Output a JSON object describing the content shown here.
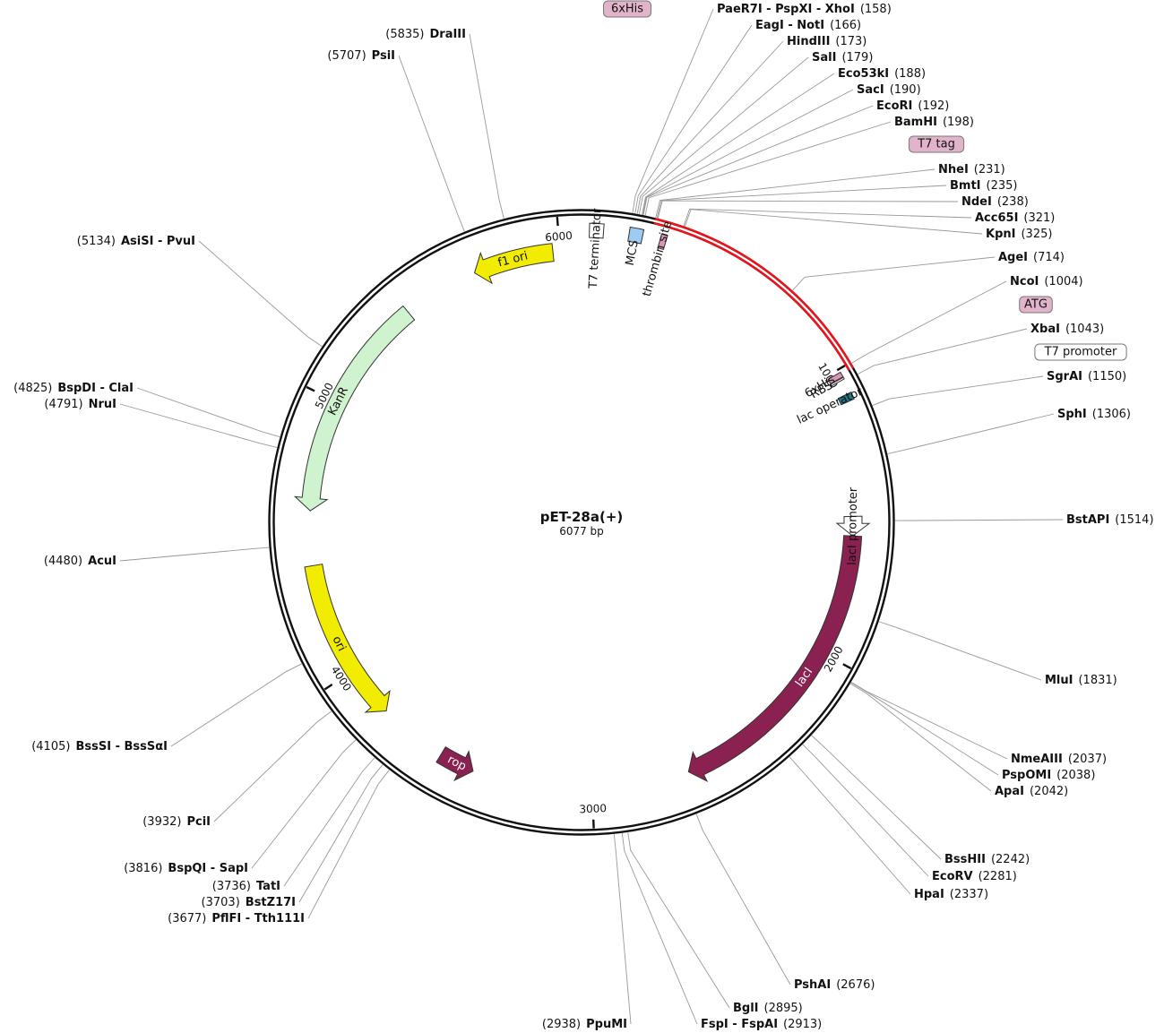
{
  "plasmid": {
    "name": "pET-28a(+)",
    "size_label": "6077 bp",
    "length": 6077
  },
  "ticks": [
    {
      "pos": 1000,
      "label": "1000"
    },
    {
      "pos": 2000,
      "label": "2000"
    },
    {
      "pos": 3000,
      "label": "3000"
    },
    {
      "pos": 4000,
      "label": "4000"
    },
    {
      "pos": 5000,
      "label": "5000"
    },
    {
      "pos": 6000,
      "label": "6000"
    }
  ],
  "features": [
    {
      "name": "lacI",
      "start": 1568,
      "end": 2647,
      "strand": "forward",
      "color": "#8b2150",
      "label": "lacI",
      "label_color": "#ffffff"
    },
    {
      "name": "lacI promoter",
      "start": 1498,
      "end": 1568,
      "strand": "forward",
      "color": "#ffffff",
      "label": "lacI promoter",
      "label_color": "#111111"
    },
    {
      "name": "rop",
      "start": 3436,
      "end": 3565,
      "strand": "reverse",
      "color": "#8b2150",
      "label": "rop",
      "label_color": "#ffffff"
    },
    {
      "name": "ori",
      "start": 3815,
      "end": 4403,
      "strand": "reverse",
      "color": "#f2ec00",
      "label": "ori",
      "label_color": "#111111"
    },
    {
      "name": "KanR",
      "start": 4599,
      "end": 5410,
      "strand": "reverse",
      "color": "#cff2cf",
      "label": "KanR",
      "label_color": "#111111"
    },
    {
      "name": "f1 ori",
      "start": 5685,
      "end": 5975,
      "strand": "reverse",
      "color": "#f2ec00",
      "label": "f1 ori",
      "label_color": "#111111"
    },
    {
      "name": "MCS",
      "start": 158,
      "end": 203,
      "strand": "none",
      "color": "#9ecbf2",
      "label": "MCS",
      "label_color": "#111111"
    },
    {
      "name": "thrombin site",
      "start": 262,
      "end": 282,
      "strand": "none",
      "color": "#d996b9",
      "label": "thrombin site",
      "label_color": "#111111"
    },
    {
      "name": "T7 terminator",
      "start": 26,
      "end": 73,
      "strand": "none",
      "color": "#ffffff",
      "label": "T7 terminator",
      "label_color": "#111111"
    },
    {
      "name": "6xHis",
      "start": 1011,
      "end": 1028,
      "strand": "none",
      "color": "#d996b9",
      "label": "6xHis",
      "label_color": "#111111"
    },
    {
      "name": "RBS",
      "start": 1030,
      "end": 1036,
      "strand": "none",
      "color": "#ffffff",
      "label": "RBS",
      "label_color": "#111111"
    },
    {
      "name": "lac operator",
      "start": 1084,
      "end": 1108,
      "strand": "none",
      "color": "#1e7a87",
      "label": "lac operator",
      "label_color": "#111111"
    }
  ],
  "red_region": {
    "start": 230,
    "end": 1020,
    "color": "#e8141c"
  },
  "tags": [
    {
      "name": "6xHis",
      "label": "6xHis"
    },
    {
      "name": "T7 tag",
      "label": "T7 tag"
    },
    {
      "name": "ATG",
      "label": "ATG"
    },
    {
      "name": "T7 promoter",
      "label": "T7 promoter"
    }
  ],
  "enzymes": [
    {
      "name": "PaeR7I - PspXI - XhoI",
      "pos_label": "(158)",
      "pos": 158
    },
    {
      "name": "EagI - NotI",
      "pos_label": "(166)",
      "pos": 166
    },
    {
      "name": "HindIII",
      "pos_label": "(173)",
      "pos": 173
    },
    {
      "name": "SalI",
      "pos_label": "(179)",
      "pos": 179
    },
    {
      "name": "Eco53kI",
      "pos_label": "(188)",
      "pos": 188
    },
    {
      "name": "SacI",
      "pos_label": "(190)",
      "pos": 190
    },
    {
      "name": "EcoRI",
      "pos_label": "(192)",
      "pos": 192
    },
    {
      "name": "BamHI",
      "pos_label": "(198)",
      "pos": 198
    },
    {
      "name": "NheI",
      "pos_label": "(231)",
      "pos": 231
    },
    {
      "name": "BmtI",
      "pos_label": "(235)",
      "pos": 235
    },
    {
      "name": "NdeI",
      "pos_label": "(238)",
      "pos": 238
    },
    {
      "name": "Acc65I",
      "pos_label": "(321)",
      "pos": 321
    },
    {
      "name": "KpnI",
      "pos_label": "(325)",
      "pos": 325
    },
    {
      "name": "AgeI",
      "pos_label": "(714)",
      "pos": 714
    },
    {
      "name": "NcoI",
      "pos_label": "(1004)",
      "pos": 1004
    },
    {
      "name": "XbaI",
      "pos_label": "(1043)",
      "pos": 1043
    },
    {
      "name": "SgrAI",
      "pos_label": "(1150)",
      "pos": 1150
    },
    {
      "name": "SphI",
      "pos_label": "(1306)",
      "pos": 1306
    },
    {
      "name": "BstAPI",
      "pos_label": "(1514)",
      "pos": 1514
    },
    {
      "name": "MluI",
      "pos_label": "(1831)",
      "pos": 1831
    },
    {
      "name": "NmeAIII",
      "pos_label": "(2037)",
      "pos": 2037
    },
    {
      "name": "PspOMI",
      "pos_label": "(2038)",
      "pos": 2038
    },
    {
      "name": "ApaI",
      "pos_label": "(2042)",
      "pos": 2042
    },
    {
      "name": "BssHII",
      "pos_label": "(2242)",
      "pos": 2242
    },
    {
      "name": "EcoRV",
      "pos_label": "(2281)",
      "pos": 2281
    },
    {
      "name": "HpaI",
      "pos_label": "(2337)",
      "pos": 2337
    },
    {
      "name": "PshAI",
      "pos_label": "(2676)",
      "pos": 2676
    },
    {
      "name": "BglI",
      "pos_label": "(2895)",
      "pos": 2895
    },
    {
      "name": "FspI - FspAI",
      "pos_label": "(2913)",
      "pos": 2913
    },
    {
      "name": "PpuMI",
      "pos_label": "(2938)",
      "pos": 2938
    },
    {
      "name": "PflFI - Tth111I",
      "pos_label": "(3677)",
      "pos": 3677
    },
    {
      "name": "BstZ17I",
      "pos_label": "(3703)",
      "pos": 3703
    },
    {
      "name": "TatI",
      "pos_label": "(3736)",
      "pos": 3736
    },
    {
      "name": "BspQI - SapI",
      "pos_label": "(3816)",
      "pos": 3816
    },
    {
      "name": "PciI",
      "pos_label": "(3932)",
      "pos": 3932
    },
    {
      "name": "BssSI - BssSαI",
      "pos_label": "(4105)",
      "pos": 4105
    },
    {
      "name": "AcuI",
      "pos_label": "(4480)",
      "pos": 4480
    },
    {
      "name": "NruI",
      "pos_label": "(4791)",
      "pos": 4791
    },
    {
      "name": "BspDI - ClaI",
      "pos_label": "(4825)",
      "pos": 4825
    },
    {
      "name": "AsiSI - PvuI",
      "pos_label": "(5134)",
      "pos": 5134
    },
    {
      "name": "PsiI",
      "pos_label": "(5707)",
      "pos": 5707
    },
    {
      "name": "DraIII",
      "pos_label": "(5835)",
      "pos": 5835
    }
  ]
}
